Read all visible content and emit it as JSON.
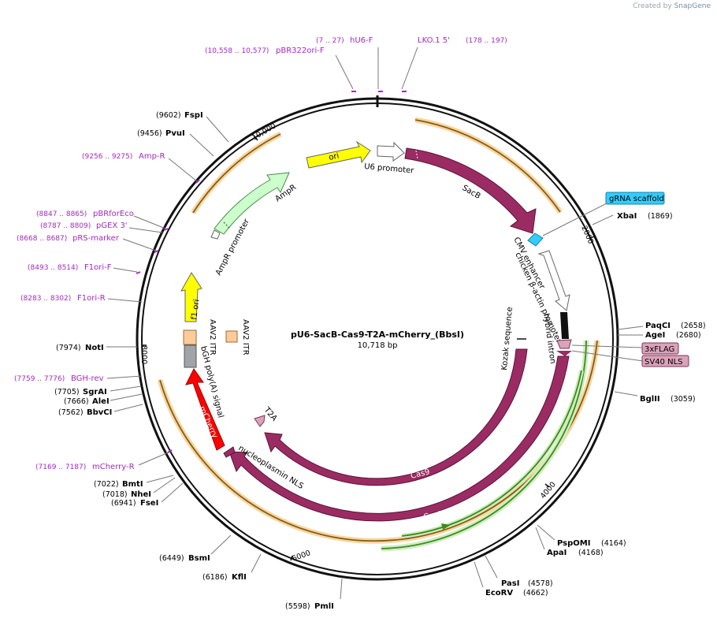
{
  "credit": {
    "prefix": "Created by",
    "brand": "SnapGene"
  },
  "plasmid": {
    "name": "pU6-SacB-Cas9-T2A-mCherry_(BbsI)",
    "size_label": "10,718 bp",
    "length": 10718
  },
  "ticks": [
    "10,000",
    "2000",
    "4000",
    "6000",
    "8000"
  ],
  "enzymes": [
    {
      "name": "FspI",
      "pos": "(9602)"
    },
    {
      "name": "PvuI",
      "pos": "(9456)"
    },
    {
      "name": "XbaI",
      "pos": "(1869)"
    },
    {
      "name": "PaqCI",
      "pos": "(2658)"
    },
    {
      "name": "AgeI",
      "pos": "(2680)"
    },
    {
      "name": "BglII",
      "pos": "(3059)"
    },
    {
      "name": "NotI",
      "pos": "(7974)"
    },
    {
      "name": "SgrAI",
      "pos": "(7705)"
    },
    {
      "name": "AleI",
      "pos": "(7666)"
    },
    {
      "name": "BbvCI",
      "pos": "(7562)"
    },
    {
      "name": "BmtI",
      "pos": "(7022)"
    },
    {
      "name": "NheI",
      "pos": "(7018)"
    },
    {
      "name": "FseI",
      "pos": "(6941)"
    },
    {
      "name": "BsmI",
      "pos": "(6449)"
    },
    {
      "name": "KflI",
      "pos": "(6186)"
    },
    {
      "name": "PmlI",
      "pos": "(5598)"
    },
    {
      "name": "PspOMI",
      "pos": "(4164)"
    },
    {
      "name": "ApaI",
      "pos": "(4168)"
    },
    {
      "name": "PasI",
      "pos": "(4578)"
    },
    {
      "name": "EcoRV",
      "pos": "(4662)"
    }
  ],
  "primers": [
    {
      "name": "pBR322ori-F",
      "pos": "(10,558 .. 10,577)"
    },
    {
      "name": "hU6-F",
      "pos": "(7 .. 27)"
    },
    {
      "name": "LKO.1 5'",
      "pos": "(178 .. 197)"
    },
    {
      "name": "Amp-R",
      "pos": "(9256 .. 9275)"
    },
    {
      "name": "pBRforEco",
      "pos": "(8847 .. 8865)"
    },
    {
      "name": "pGEX 3'",
      "pos": "(8787 .. 8809)"
    },
    {
      "name": "pRS-marker",
      "pos": "(8668 .. 8687)"
    },
    {
      "name": "F1ori-F",
      "pos": "(8493 .. 8514)"
    },
    {
      "name": "F1ori-R",
      "pos": "(8283 .. 8302)"
    },
    {
      "name": "BGH-rev",
      "pos": "(7759 .. 7776)"
    },
    {
      "name": "mCherry-R",
      "pos": "(7169 .. 7187)"
    }
  ],
  "features": [
    {
      "name": "ori"
    },
    {
      "name": "U6 promoter"
    },
    {
      "name": "SacB"
    },
    {
      "name": "AmpR"
    },
    {
      "name": "AmpR promoter"
    },
    {
      "name": "f1 ori"
    },
    {
      "name": "AAV2 ITR"
    },
    {
      "name": "AAV2 ITR"
    },
    {
      "name": "bGH poly(A) signal"
    },
    {
      "name": "mCherry"
    },
    {
      "name": "T2A"
    },
    {
      "name": "nucleoplasmin NLS"
    },
    {
      "name": "Cas9"
    },
    {
      "name": "Cas9"
    },
    {
      "name": "Kozak sequence"
    },
    {
      "name": "CMV enhancer"
    },
    {
      "name": "chicken β-actin promoter"
    },
    {
      "name": "hybrid intron"
    },
    {
      "name": "gRNA scaffold"
    },
    {
      "name": "3xFLAG"
    },
    {
      "name": "SV40 NLS"
    }
  ],
  "colors": {
    "backbone": "#111111",
    "cas9": "#9b2c63",
    "ori": "#ffff00",
    "ampr": "#ccffcc",
    "mcherry": "#ff0000",
    "itr": "#ffcc99",
    "bgh": "#a0a4a8",
    "gRNA": "#33ccff",
    "flag_box": "#d9a3b9",
    "primer": "#a12ac2",
    "orf_orange": "#e8a33a",
    "orf_green": "#3c8a1c"
  }
}
